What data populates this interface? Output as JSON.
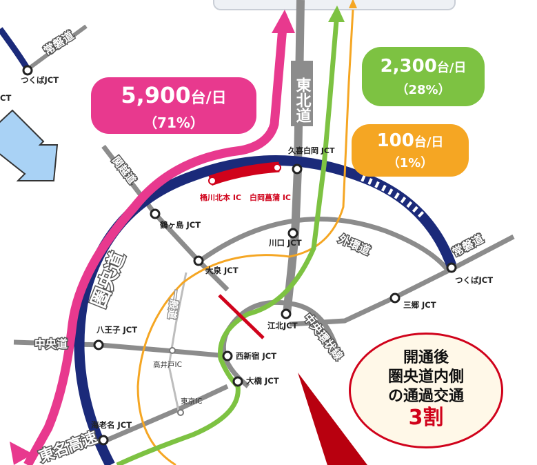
{
  "roads": {
    "kenodo": "圏央道",
    "tohoku": "東北道",
    "kanetsu": "関越道",
    "chuo": "中央道",
    "joban": "常磐道",
    "gaikan": "外環道",
    "chuo_kanjo": "中央環状線",
    "ippando": "一般道",
    "tomei": "東名高速"
  },
  "junctions": {
    "tsukuba_top": "つくばJCT",
    "tsukuba": "つくばJCT",
    "kuki_shiraoka": "久喜白岡 JCT",
    "tsurugashima": "鶴ヶ島 JCT",
    "kawaguchi": "川口 JCT",
    "oizumi": "大泉 JCT",
    "misato": "三郷 JCT",
    "kohoku": "江北JCT",
    "nishishinjuku": "西新宿 JCT",
    "ohashi": "大橋 JCT",
    "hachioji": "八王子 JCT",
    "ebina": "海老名 JCT",
    "takaido": "高井戸IC",
    "tokyo_ic": "東京IC",
    "okegawa_kitamoto": "桶川北本 IC",
    "shiraoka_shobu": "白岡菖蒲 IC"
  },
  "badges": {
    "pink": {
      "value": "5,900",
      "unit": "台/日",
      "pct": "（71%）",
      "color": "#e8398e"
    },
    "green": {
      "value": "2,300",
      "unit": "台/日",
      "pct": "（28%）",
      "color": "#7dc242"
    },
    "orange": {
      "value": "100",
      "unit": "台/日",
      "pct": "（1%）",
      "color": "#f5a623"
    }
  },
  "callout": {
    "line1": "開通後",
    "line2": "圏央道内側",
    "line3": "の通過交通",
    "emph": "3割"
  },
  "colors": {
    "kenodo": "#1b2a7a",
    "opened_section": "#d0021b",
    "pink_flow": "#e8398e",
    "green_flow": "#7dc242",
    "orange_flow": "#f5a623",
    "gray_road": "#8c8c8c",
    "arrow_blue": "#a9d2f5"
  }
}
